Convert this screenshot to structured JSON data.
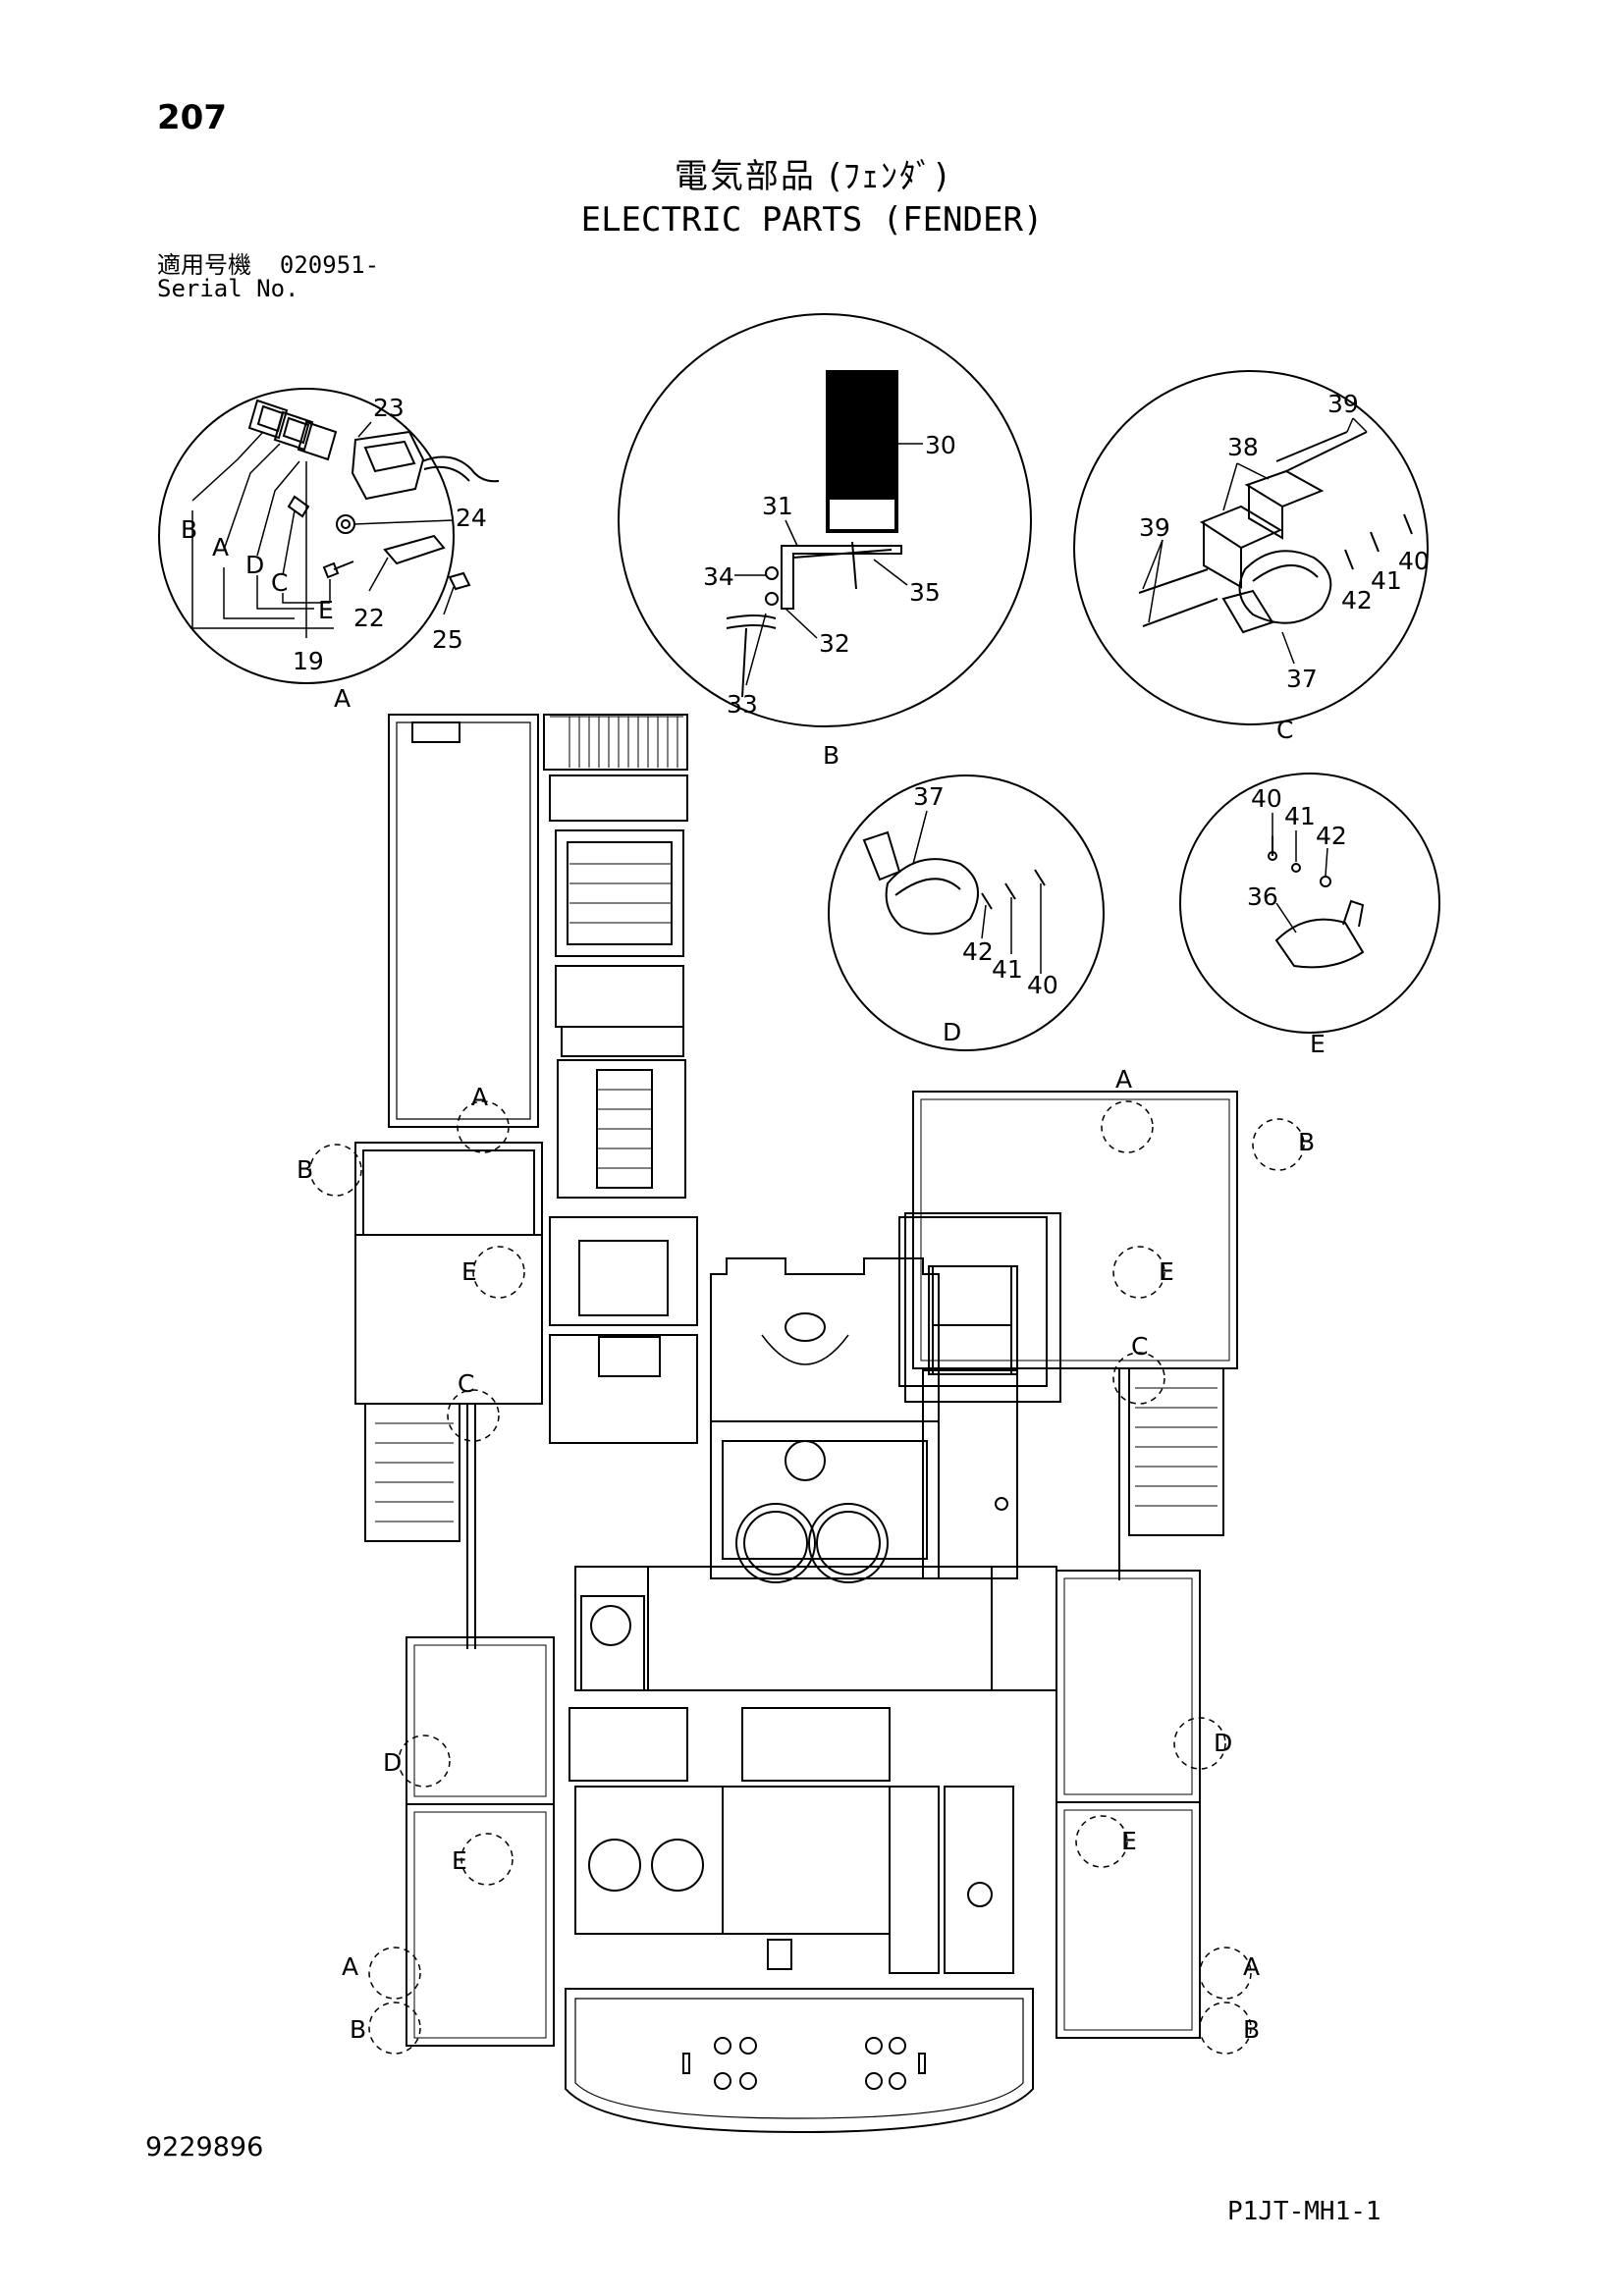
{
  "header": {
    "page_number": "207",
    "title_jp": "電気部品 (ﾌｪﾝﾀﾞ)",
    "title_en": "ELECTRIC PARTS (FENDER)",
    "serial_label_jp": "適用号機",
    "serial_value": "020951-",
    "serial_label_en": "Serial No."
  },
  "details": {
    "A": {
      "label": "A",
      "parts": [
        "23",
        "24",
        "22",
        "25",
        "19"
      ],
      "callouts": [
        "B",
        "A",
        "D",
        "C",
        "E"
      ]
    },
    "B": {
      "label": "B",
      "parts": [
        "30",
        "31",
        "34",
        "35",
        "32",
        "33"
      ]
    },
    "C": {
      "label": "C",
      "parts": [
        "39",
        "38",
        "39",
        "40",
        "41",
        "42",
        "37"
      ]
    },
    "D": {
      "label": "D",
      "parts": [
        "37",
        "42",
        "41",
        "40"
      ]
    },
    "E": {
      "label": "E",
      "parts": [
        "40",
        "41",
        "42",
        "36"
      ]
    }
  },
  "main_view_markers": [
    "A",
    "B",
    "E",
    "C",
    "D",
    "E",
    "A",
    "B",
    "A",
    "B",
    "E",
    "C",
    "D",
    "E",
    "A",
    "B"
  ],
  "footer": {
    "doc_id": "9229896",
    "page_code": "P1JT-MH1-1"
  }
}
